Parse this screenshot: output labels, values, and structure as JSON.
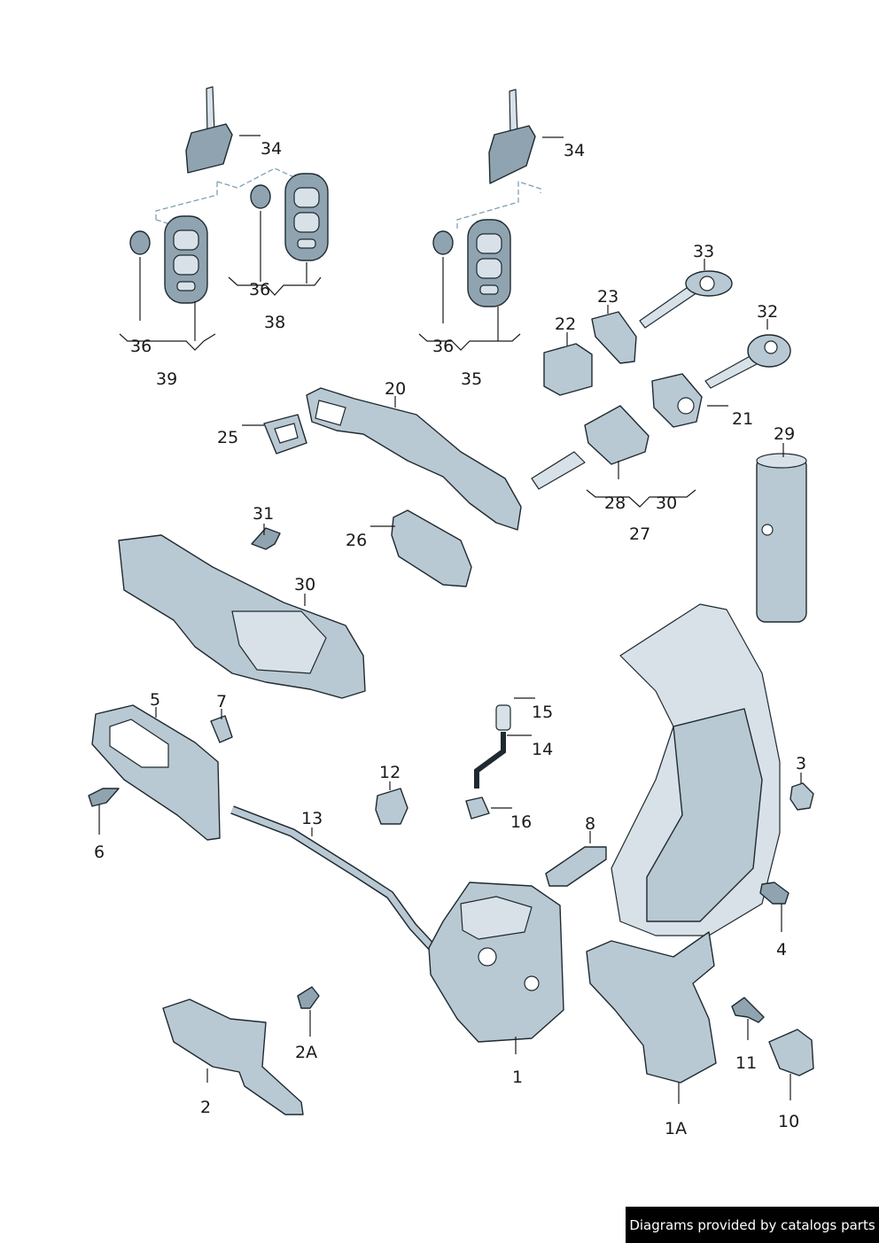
{
  "callouts": {
    "c34a": "34",
    "c34b": "34",
    "c36a": "36",
    "c38": "38",
    "c36b": "36",
    "c39": "39",
    "c36c": "36",
    "c35": "35",
    "c33": "33",
    "c23": "23",
    "c22": "22",
    "c32": "32",
    "c20": "20",
    "c21": "21",
    "c25": "25",
    "c29": "29",
    "c28": "28",
    "c30a": "30",
    "c27": "27",
    "c31": "31",
    "c26": "26",
    "c30b": "30",
    "c5": "5",
    "c7": "7",
    "c6": "6",
    "c15": "15",
    "c14": "14",
    "c16": "16",
    "c12": "12",
    "c13": "13",
    "c8": "8",
    "c3": "3",
    "c4": "4",
    "c2A": "2A",
    "c1": "1",
    "c2": "2",
    "c11": "11",
    "c10": "10",
    "c1A": "1A"
  },
  "footer": {
    "text": "Diagrams provided by catalogs parts"
  },
  "colors": {
    "part": "#b9c9d3",
    "outline": "#1f2a30",
    "dashed": "#7fa0b4",
    "banner": "#000000"
  }
}
